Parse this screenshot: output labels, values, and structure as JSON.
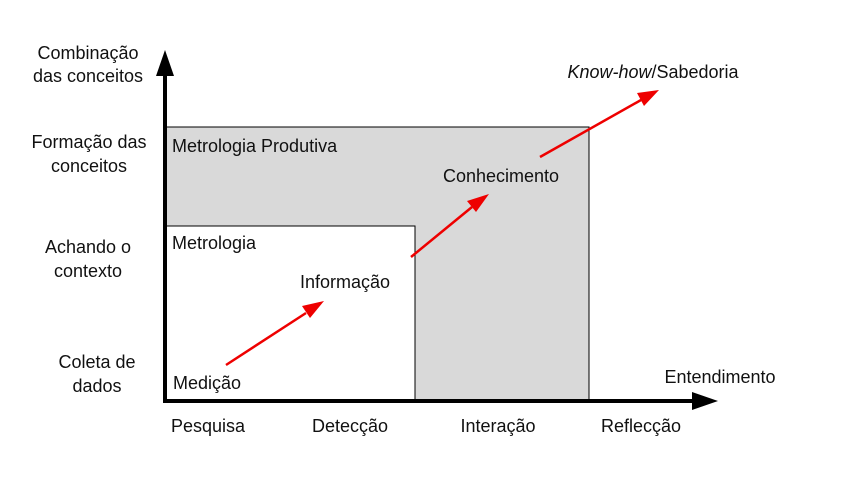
{
  "colors": {
    "axis": "#000000",
    "box_border": "#000000",
    "outer_box_fill": "#d9d9d9",
    "inner_box_fill": "#ffffff",
    "trend_arrow": "#ee0000",
    "text": "#111111"
  },
  "y_axis": {
    "title_line1": "Combinação",
    "title_line2": "das conceitos",
    "levels": [
      {
        "line1": "Formação das",
        "line2": "conceitos"
      },
      {
        "line1": "Achando o",
        "line2": "contexto"
      },
      {
        "line1": "Coleta de",
        "line2": "dados"
      }
    ]
  },
  "x_axis": {
    "title": "Entendimento",
    "levels": [
      "Pesquisa",
      "Detecção",
      "Interação",
      "Reflecção"
    ]
  },
  "regions": {
    "outer": "Metrologia Produtiva",
    "inner": "Metrologia"
  },
  "stages": {
    "stage1": "Medição",
    "stage2": "Informação",
    "stage3": "Conhecimento",
    "stage4_italic": "Know-how",
    "stage4_rest": "/Sabedoria"
  }
}
